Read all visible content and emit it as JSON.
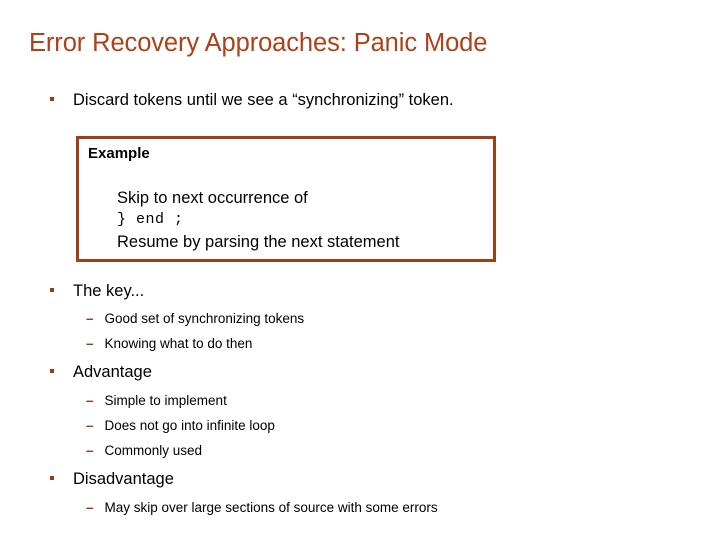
{
  "slide": {
    "title": "Error Recovery Approaches: Panic Mode",
    "title_color": "#B04018",
    "bullet_color": "#9C3A18",
    "box_border_color": "#A03E18",
    "background_color": "#FFFFFF",
    "bullet_glyph": "square",
    "dash_glyph": "–"
  },
  "content": {
    "intro_bullet": "Discard tokens until we see a “synchronizing” token.",
    "example_box": {
      "heading": "Example",
      "lines": [
        "Skip to next occurrence of",
        "}  end  ;",
        "Resume by parsing the next statement"
      ]
    },
    "sections": [
      {
        "heading": "The key...",
        "items": [
          "Good set of synchronizing tokens",
          "Knowing what to do then"
        ]
      },
      {
        "heading": "Advantage",
        "items": [
          "Simple to implement",
          "Does not go into infinite loop",
          "Commonly used"
        ]
      },
      {
        "heading": "Disadvantage",
        "items": [
          "May skip over large sections of source with some errors"
        ]
      }
    ]
  }
}
